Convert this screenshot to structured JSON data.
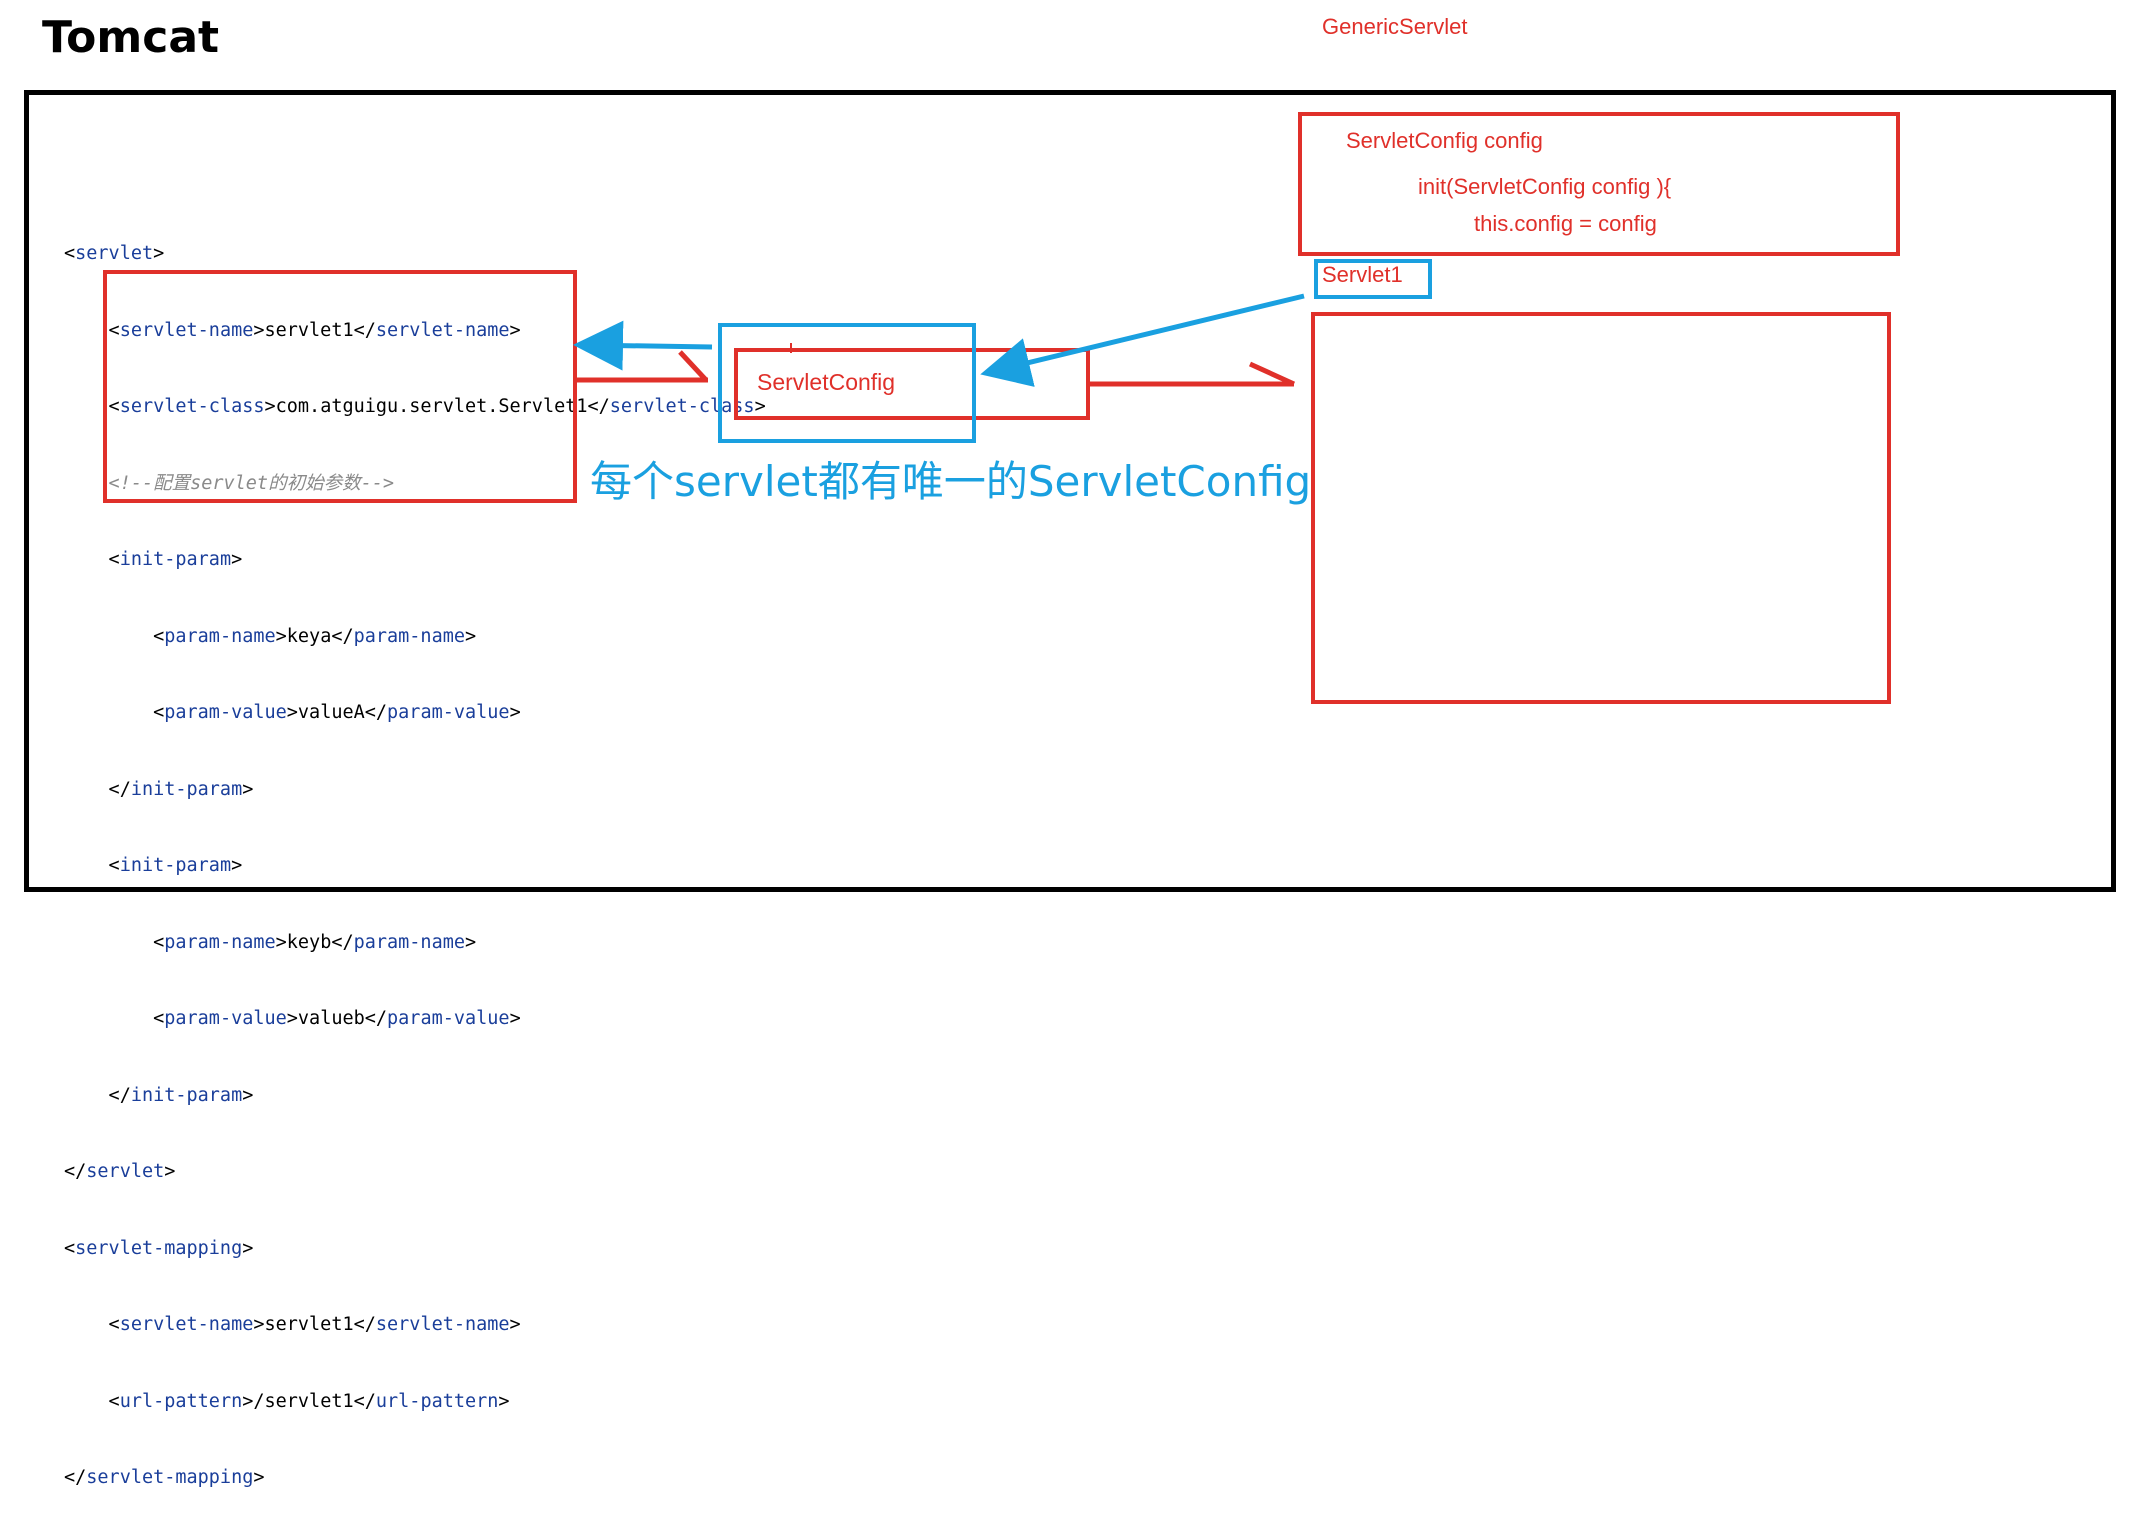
{
  "title": "Tomcat",
  "generic_servlet_label": "GenericServlet",
  "code_lines": {
    "l0": {
      "a": "<",
      "b": "servlet",
      "c": ">"
    },
    "l1": {
      "a": "    <",
      "b": "servlet-name",
      "c": ">servlet1</",
      "d": "servlet-name",
      "e": ">"
    },
    "l2": {
      "a": "    <",
      "b": "servlet-class",
      "c": ">com.atguigu.servlet.Servlet1</",
      "d": "servlet-class",
      "e": ">"
    },
    "l3": {
      "comment": "    <!--配置servlet的初始参数-->"
    },
    "l4": {
      "a": "    <",
      "b": "init-param",
      "c": ">"
    },
    "l5": {
      "a": "        <",
      "b": "param-name",
      "c": ">keya</",
      "d": "param-name",
      "e": ">"
    },
    "l6": {
      "a": "        <",
      "b": "param-value",
      "c": ">valueA</",
      "d": "param-value",
      "e": ">"
    },
    "l7": {
      "a": "    </",
      "b": "init-param",
      "c": ">"
    },
    "l8": {
      "a": "    <",
      "b": "init-param",
      "c": ">"
    },
    "l9": {
      "a": "        <",
      "b": "param-name",
      "c": ">keyb</",
      "d": "param-name",
      "e": ">"
    },
    "l10": {
      "a": "        <",
      "b": "param-value",
      "c": ">valueb</",
      "d": "param-value",
      "e": ">"
    },
    "l11": {
      "a": "    </",
      "b": "init-param",
      "c": ">"
    },
    "l12": {
      "a": "</",
      "b": "servlet",
      "c": ">"
    },
    "l13": {
      "a": "<",
      "b": "servlet-mapping",
      "c": ">"
    },
    "l14": {
      "a": "    <",
      "b": "servlet-name",
      "c": ">servlet1</",
      "d": "servlet-name",
      "e": ">"
    },
    "l15": {
      "a": "    <",
      "b": "url-pattern",
      "c": ">/servlet1</",
      "d": "url-pattern",
      "e": ">"
    },
    "l16": {
      "a": "</",
      "b": "servlet-mapping",
      "c": ">"
    }
  },
  "servlet_config_label": "ServletConfig",
  "caption": "每个servlet都有唯一的ServletConfig",
  "generic_box": {
    "line1": "ServletConfig config",
    "line2": "init(ServletConfig config ){",
    "line3": "this.config = config"
  },
  "servlet1_label": "Servlet1",
  "colors": {
    "red": "#e0302a",
    "blue": "#1aa0e0",
    "tag_blue": "#1a3e9a",
    "comment_gray": "#8a8a8a"
  }
}
